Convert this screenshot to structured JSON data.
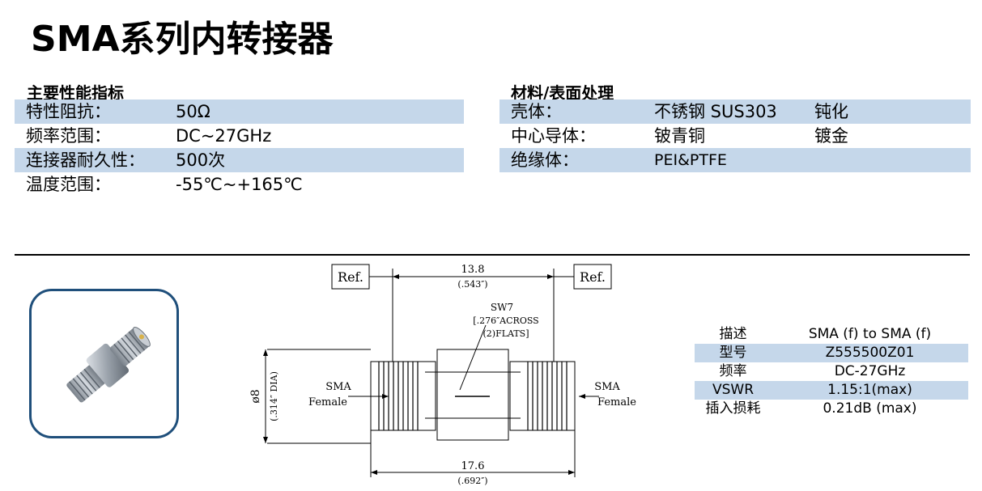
{
  "title": "SMA系列内转接器",
  "specs_section": {
    "heading": "主要性能指标",
    "rows": [
      {
        "label": "特性阻抗：",
        "value": "50Ω"
      },
      {
        "label": "频率范围：",
        "value": "DC~27GHz"
      },
      {
        "label": "连接器耐久性：",
        "value": "500次"
      },
      {
        "label": "温度范围：",
        "value": "-55℃~+165℃"
      }
    ]
  },
  "material_section": {
    "heading": "材料/表面处理",
    "rows": [
      {
        "label": "壳体：",
        "value": "不锈钢 SUS303",
        "finish": "钝化"
      },
      {
        "label": "中心导体：",
        "value": "铍青铜",
        "finish": "镀金"
      },
      {
        "label": "绝缘体：",
        "value": "PEI&PTFE",
        "finish": ""
      }
    ]
  },
  "drawing": {
    "ref_left": "Ref.",
    "ref_right": "Ref.",
    "dim_top": "13.8",
    "dim_top_inch": "(.543″)",
    "sw_label": "SW7",
    "sw_detail1": "[.276″ACROSS",
    "sw_detail2": "(2)FLATS]",
    "left_end_1": "SMA",
    "left_end_2": "Female",
    "right_end_1": "SMA",
    "right_end_2": "Female",
    "dia": "ø8",
    "dia_inch": "(.314″ DIA)",
    "dim_bottom": "17.6",
    "dim_bottom_inch": "(.692″)"
  },
  "spec_table": [
    {
      "key": "描述",
      "value": "SMA (f) to SMA (f)"
    },
    {
      "key": "型号",
      "value": "Z555500Z01"
    },
    {
      "key": "频率",
      "value": "DC-27GHz"
    },
    {
      "key": "VSWR",
      "value": "1.15:1(max)"
    },
    {
      "key": "插入损耗",
      "value": "0.21dB (max)"
    }
  ],
  "colors": {
    "row_shade": "#c5d7ea",
    "photo_border": "#1f4f7b"
  }
}
